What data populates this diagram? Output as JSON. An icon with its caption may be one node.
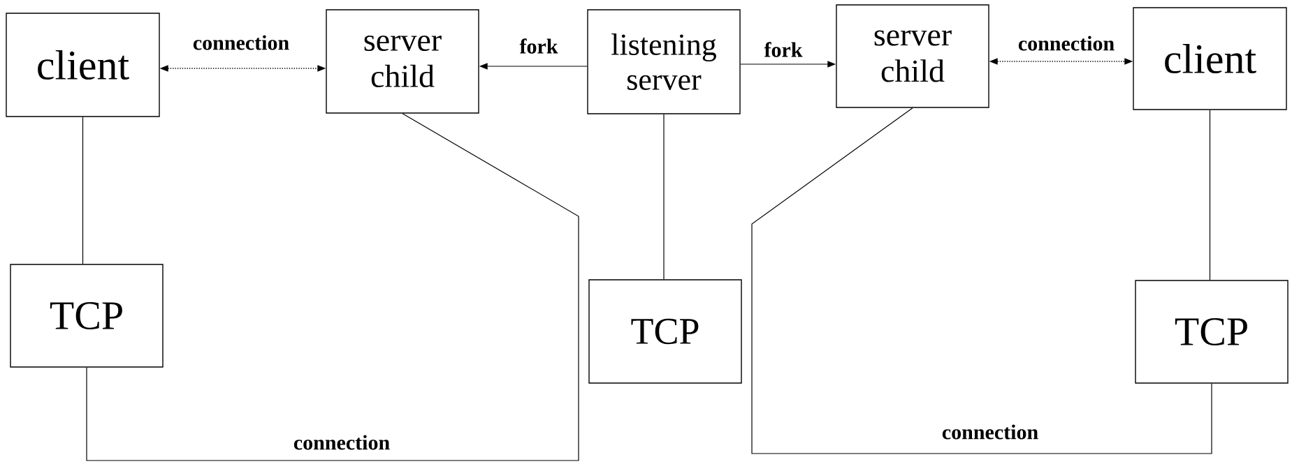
{
  "diagram": {
    "nodes": [
      {
        "text": [
          "client"
        ]
      },
      {
        "text": [
          "server child"
        ]
      },
      {
        "text": [
          "listening server"
        ]
      },
      {
        "text": [
          "server child"
        ]
      },
      {
        "text": [
          "client"
        ]
      },
      {
        "text": [
          "TCP"
        ]
      },
      {
        "text": [
          "TCP"
        ]
      },
      {
        "text": [
          "TCP"
        ]
      }
    ],
    "edges": [
      {
        "from": 0,
        "to": 1,
        "arrow": "both",
        "label": "connection",
        "style": "dashed"
      },
      {
        "from": 2,
        "to": 1,
        "arrow": "to",
        "label": "fork"
      },
      {
        "from": 2,
        "to": 3,
        "arrow": "to",
        "label": "fork"
      },
      {
        "from": 3,
        "to": 4,
        "arrow": "both",
        "label": "connection",
        "style": "dashed"
      },
      {
        "from": 0,
        "to": 5,
        "arrow": "none"
      },
      {
        "from": 2,
        "to": 6,
        "arrow": "none"
      },
      {
        "from": 4,
        "to": 7,
        "arrow": "none"
      },
      {
        "from": 1,
        "to": 5,
        "arrow": "none",
        "label": "connection"
      },
      {
        "from": 3,
        "to": 7,
        "arrow": "none",
        "label": "connection"
      }
    ]
  }
}
